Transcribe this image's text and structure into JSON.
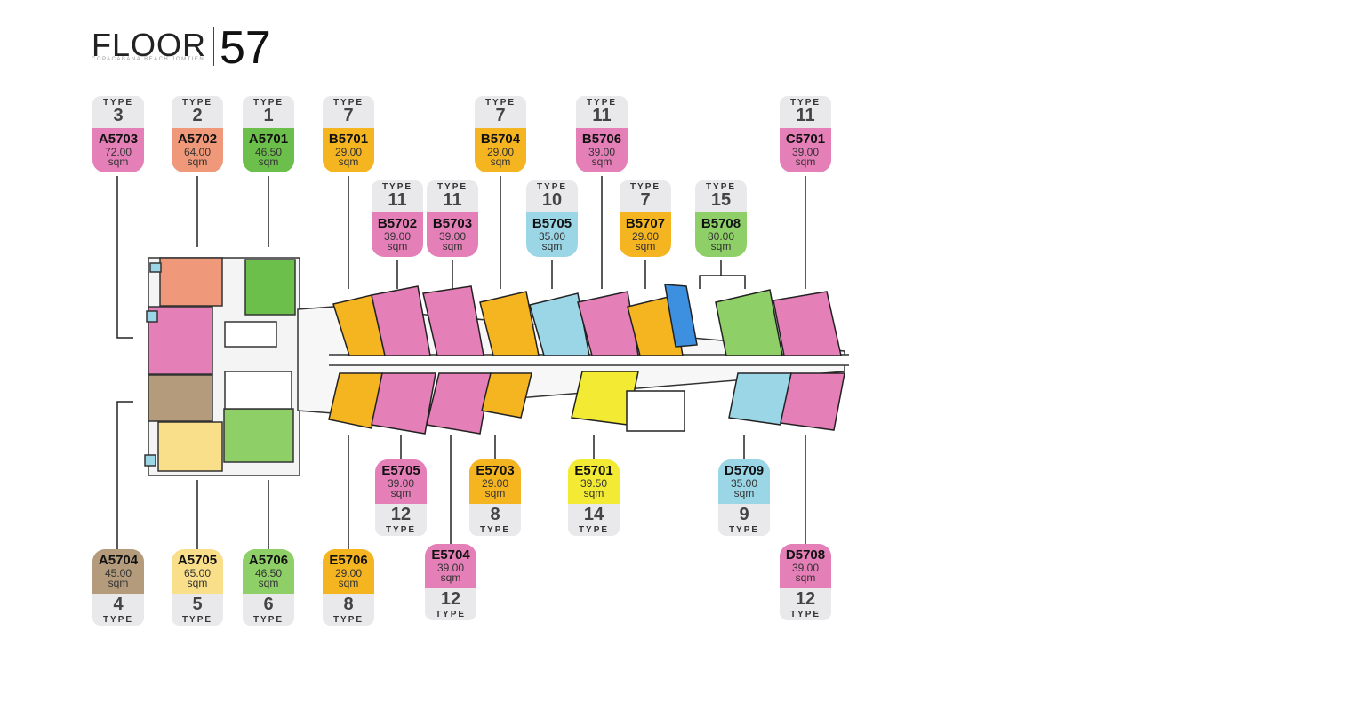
{
  "title": {
    "word": "FLOOR",
    "number": "57",
    "subtitle": "COPACABANA BEACH JOMTIEN"
  },
  "labels": {
    "type_word": "TYPE",
    "unit": "sqm"
  },
  "colors": {
    "pink": "#e47fb7",
    "salmon": "#f0997a",
    "green": "#6cbf4b",
    "orange": "#f5b520",
    "blue": "#9ad6e6",
    "lightgreen": "#8fcf68",
    "yellow": "#f3ea33",
    "tan": "#b39b7c",
    "paleyellow": "#f9df8a",
    "typebox": "#e9e9ec"
  },
  "units_top": [
    {
      "code": "A5703",
      "area": "72.00",
      "type": "3",
      "color": "pink"
    },
    {
      "code": "A5702",
      "area": "64.00",
      "type": "2",
      "color": "salmon"
    },
    {
      "code": "A5701",
      "area": "46.50",
      "type": "1",
      "color": "green"
    },
    {
      "code": "B5701",
      "area": "29.00",
      "type": "7",
      "color": "orange"
    },
    {
      "code": "B5702",
      "area": "39.00",
      "type": "11",
      "color": "pink"
    },
    {
      "code": "B5703",
      "area": "39.00",
      "type": "11",
      "color": "pink"
    },
    {
      "code": "B5704",
      "area": "29.00",
      "type": "7",
      "color": "orange"
    },
    {
      "code": "B5705",
      "area": "35.00",
      "type": "10",
      "color": "blue"
    },
    {
      "code": "B5706",
      "area": "39.00",
      "type": "11",
      "color": "pink"
    },
    {
      "code": "B5707",
      "area": "29.00",
      "type": "7",
      "color": "orange"
    },
    {
      "code": "B5708",
      "area": "80.00",
      "type": "15",
      "color": "lightgreen"
    },
    {
      "code": "C5701",
      "area": "39.00",
      "type": "11",
      "color": "pink"
    }
  ],
  "units_bottom": [
    {
      "code": "E5705",
      "area": "39.00",
      "type": "12",
      "color": "pink"
    },
    {
      "code": "E5703",
      "area": "29.00",
      "type": "8",
      "color": "orange"
    },
    {
      "code": "E5701",
      "area": "39.50",
      "type": "14",
      "color": "yellow"
    },
    {
      "code": "D5709",
      "area": "35.00",
      "type": "9",
      "color": "blue"
    },
    {
      "code": "A5704",
      "area": "45.00",
      "type": "4",
      "color": "tan"
    },
    {
      "code": "A5705",
      "area": "65.00",
      "type": "5",
      "color": "paleyellow"
    },
    {
      "code": "A5706",
      "area": "46.50",
      "type": "6",
      "color": "lightgreen"
    },
    {
      "code": "E5706",
      "area": "29.00",
      "type": "8",
      "color": "orange"
    },
    {
      "code": "E5704",
      "area": "39.00",
      "type": "12",
      "color": "pink"
    },
    {
      "code": "D5708",
      "area": "39.00",
      "type": "12",
      "color": "pink"
    }
  ]
}
